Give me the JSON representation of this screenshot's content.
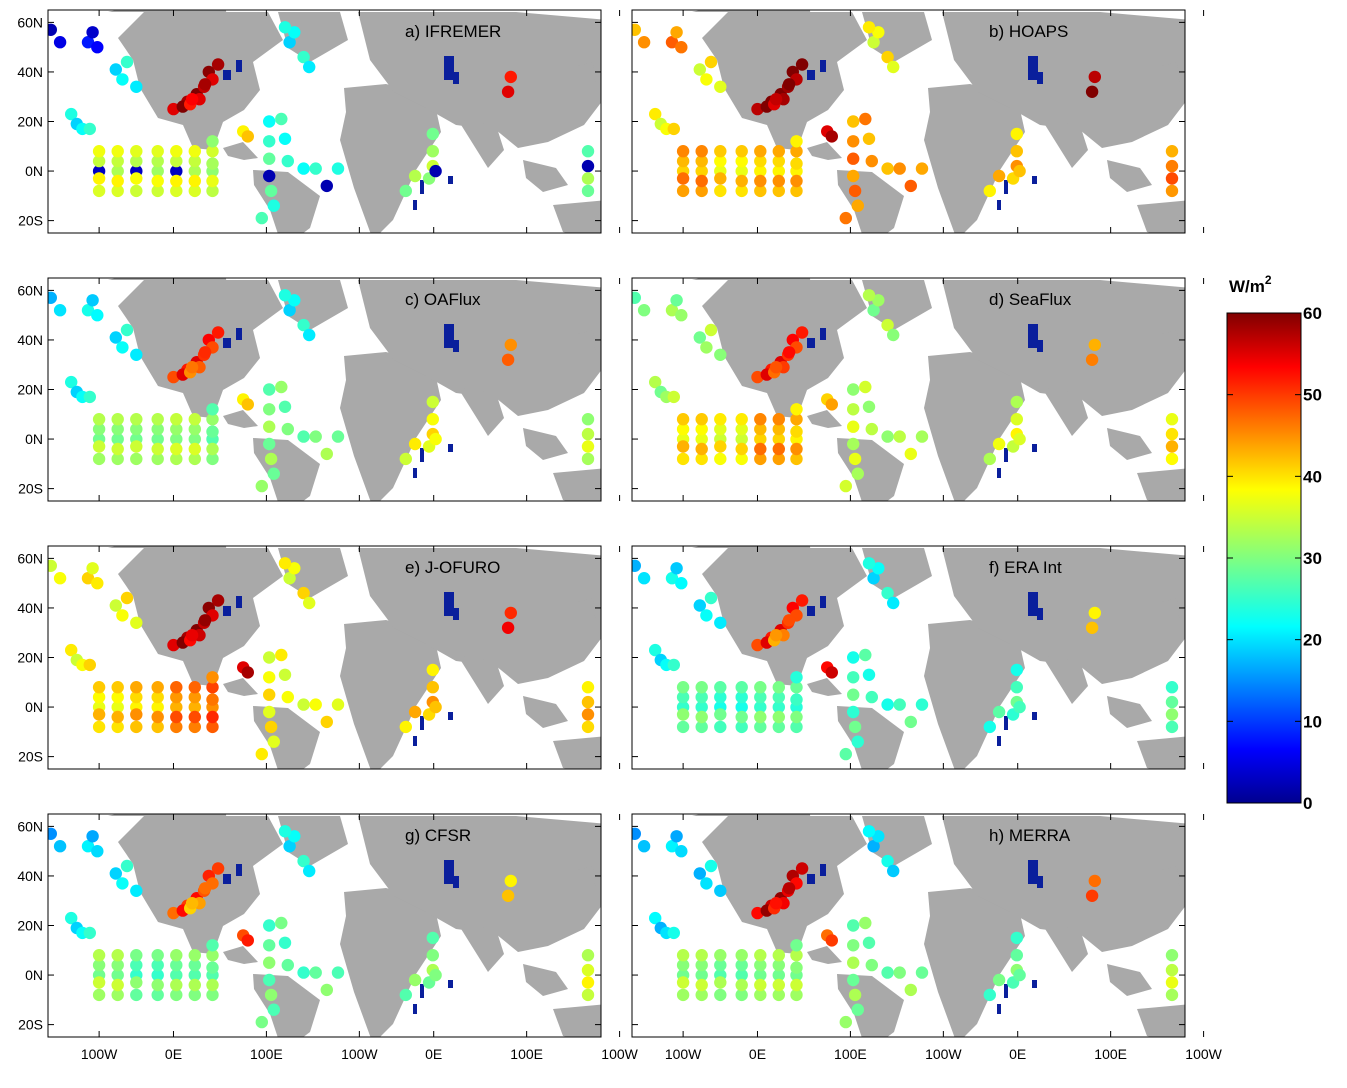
{
  "chart_data": {
    "type": "scatter",
    "description_kind": "map-panels",
    "colorbar": {
      "label_main": "W/m",
      "label_sup": "2",
      "min": 0,
      "max": 60,
      "ticks": [
        {
          "value": 0,
          "label": "0"
        },
        {
          "value": 10,
          "label": "10"
        },
        {
          "value": 20,
          "label": "20"
        },
        {
          "value": 30,
          "label": "30"
        },
        {
          "value": 40,
          "label": "40"
        },
        {
          "value": 50,
          "label": "50"
        },
        {
          "value": 60,
          "label": "60"
        }
      ]
    },
    "y_ticks": [
      {
        "value": 60,
        "label": "60N"
      },
      {
        "value": 40,
        "label": "40N"
      },
      {
        "value": 20,
        "label": "20N"
      },
      {
        "value": 0,
        "label": "0N"
      },
      {
        "value": -20,
        "label": "20S"
      }
    ],
    "x_ticks": [
      {
        "value": 100,
        "label": "100W"
      },
      {
        "value": 180,
        "label": "0E"
      },
      {
        "value": 280,
        "label": "100E"
      },
      {
        "value": 380,
        "label": "100W"
      },
      {
        "value": 460,
        "label": "0E"
      },
      {
        "value": 560,
        "label": "100E"
      },
      {
        "value": 660,
        "label": "100W"
      }
    ],
    "xlim": [
      45,
      640
    ],
    "ylim": [
      -25,
      65
    ],
    "panels": [
      {
        "title": "a) IFREMER",
        "values": {
          "sa": 36,
          "sb": 35,
          "sc": 36,
          "sd": 34,
          "nab": 5,
          "na_coast": 58,
          "gulf": 55,
          "caribbean": 42,
          "tropical_atl": 25,
          "ne_atl": 22,
          "eq_atl_dark": true,
          "io": 32,
          "io_dark": true,
          "kuro": 55,
          "wp": 30,
          "ep_dark": true
        }
      },
      {
        "title": "b) HOAPS",
        "values": {
          "sa": 44,
          "sb": 40,
          "sc": 42,
          "sd": 42,
          "nab": 45,
          "na_coast": 60,
          "gulf": 58,
          "caribbean": 58,
          "tropical_atl": 45,
          "ne_atl": 38,
          "eq_atl_dark": false,
          "io": 42,
          "io_dark": false,
          "kuro": 60,
          "wp": 46,
          "ep_dark": false
        }
      },
      {
        "title": "c) OAFlux",
        "values": {
          "sa": 32,
          "sb": 32,
          "sc": 33,
          "sd": 30,
          "nab": 20,
          "na_coast": 52,
          "gulf": 48,
          "caribbean": 42,
          "tropical_atl": 30,
          "ne_atl": 22,
          "eq_atl_dark": false,
          "io": 38,
          "io_dark": false,
          "kuro": 48,
          "wp": 34,
          "ep_dark": false
        }
      },
      {
        "title": "d) SeaFlux",
        "values": {
          "sa": 40,
          "sb": 38,
          "sc": 44,
          "sd": 42,
          "nab": 30,
          "na_coast": 52,
          "gulf": 50,
          "caribbean": 44,
          "tropical_atl": 34,
          "ne_atl": 32,
          "eq_atl_dark": false,
          "io": 36,
          "io_dark": false,
          "kuro": 46,
          "wp": 40,
          "ep_dark": false
        }
      },
      {
        "title": "e) J-OFURO",
        "values": {
          "sa": 40,
          "sb": 42,
          "sc": 46,
          "sd": 48,
          "nab": 38,
          "na_coast": 58,
          "gulf": 56,
          "caribbean": 58,
          "tropical_atl": 38,
          "ne_atl": 38,
          "eq_atl_dark": false,
          "io": 42,
          "io_dark": false,
          "kuro": 54,
          "wp": 42,
          "ep_dark": false
        }
      },
      {
        "title": "f) ERA Int",
        "values": {
          "sa": 28,
          "sb": 26,
          "sc": 28,
          "sd": 27,
          "nab": 20,
          "na_coast": 52,
          "gulf": 46,
          "caribbean": 56,
          "tropical_atl": 26,
          "ne_atl": 22,
          "eq_atl_dark": false,
          "io": 26,
          "io_dark": false,
          "kuro": 42,
          "wp": 28,
          "ep_dark": false
        }
      },
      {
        "title": "g) CFSR",
        "values": {
          "sa": 32,
          "sb": 28,
          "sc": 30,
          "sd": 30,
          "nab": 18,
          "na_coast": 50,
          "gulf": 44,
          "caribbean": 52,
          "tropical_atl": 28,
          "ne_atl": 22,
          "eq_atl_dark": false,
          "io": 30,
          "io_dark": false,
          "kuro": 42,
          "wp": 36,
          "ep_dark": false
        }
      },
      {
        "title": "h) MERRA",
        "values": {
          "sa": 32,
          "sb": 30,
          "sc": 32,
          "sd": 32,
          "nab": 18,
          "na_coast": 56,
          "gulf": 54,
          "caribbean": 50,
          "tropical_atl": 30,
          "ne_atl": 20,
          "eq_atl_dark": false,
          "io": 28,
          "io_dark": false,
          "kuro": 50,
          "wp": 34,
          "ep_dark": false
        }
      }
    ]
  }
}
